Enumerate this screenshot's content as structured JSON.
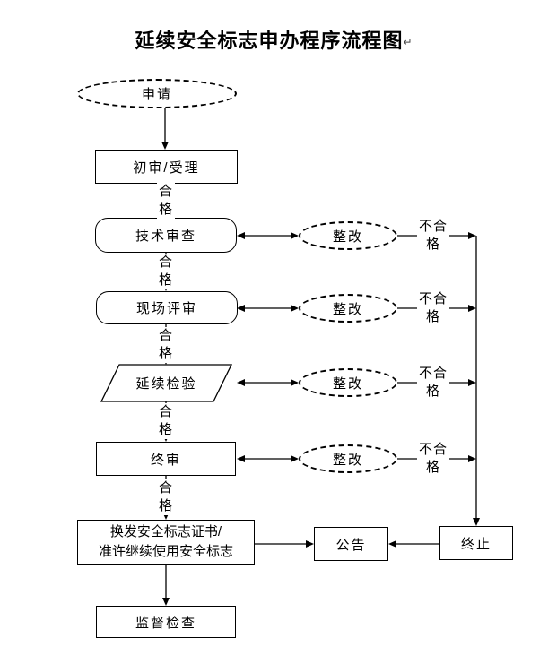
{
  "title": {
    "text": "延续安全标志申办程序流程图",
    "paragraph_mark": "↵"
  },
  "flow": {
    "start": "申请",
    "initial_review": "初审/受理",
    "pass_label": "合格",
    "review_rows": [
      {
        "step": "技术审查",
        "shape": "rounded-rect",
        "rectify": "整改",
        "fail_label": "不合格"
      },
      {
        "step": "现场评审",
        "shape": "rounded-rect",
        "rectify": "整改",
        "fail_label": "不合格"
      },
      {
        "step": "延续检验",
        "shape": "parallelogram",
        "rectify": "整改",
        "fail_label": "不合格"
      },
      {
        "step": "终审",
        "shape": "rect",
        "rectify": "整改",
        "fail_label": "不合格"
      }
    ],
    "reissue": {
      "line1": "换发安全标志证书/",
      "line2": "准许继续使用安全标志"
    },
    "announcement": "公告",
    "termination": "终止",
    "supervision": "监督检查"
  },
  "colors": {
    "background": "#ffffff",
    "line": "#000000",
    "text": "#000000"
  }
}
